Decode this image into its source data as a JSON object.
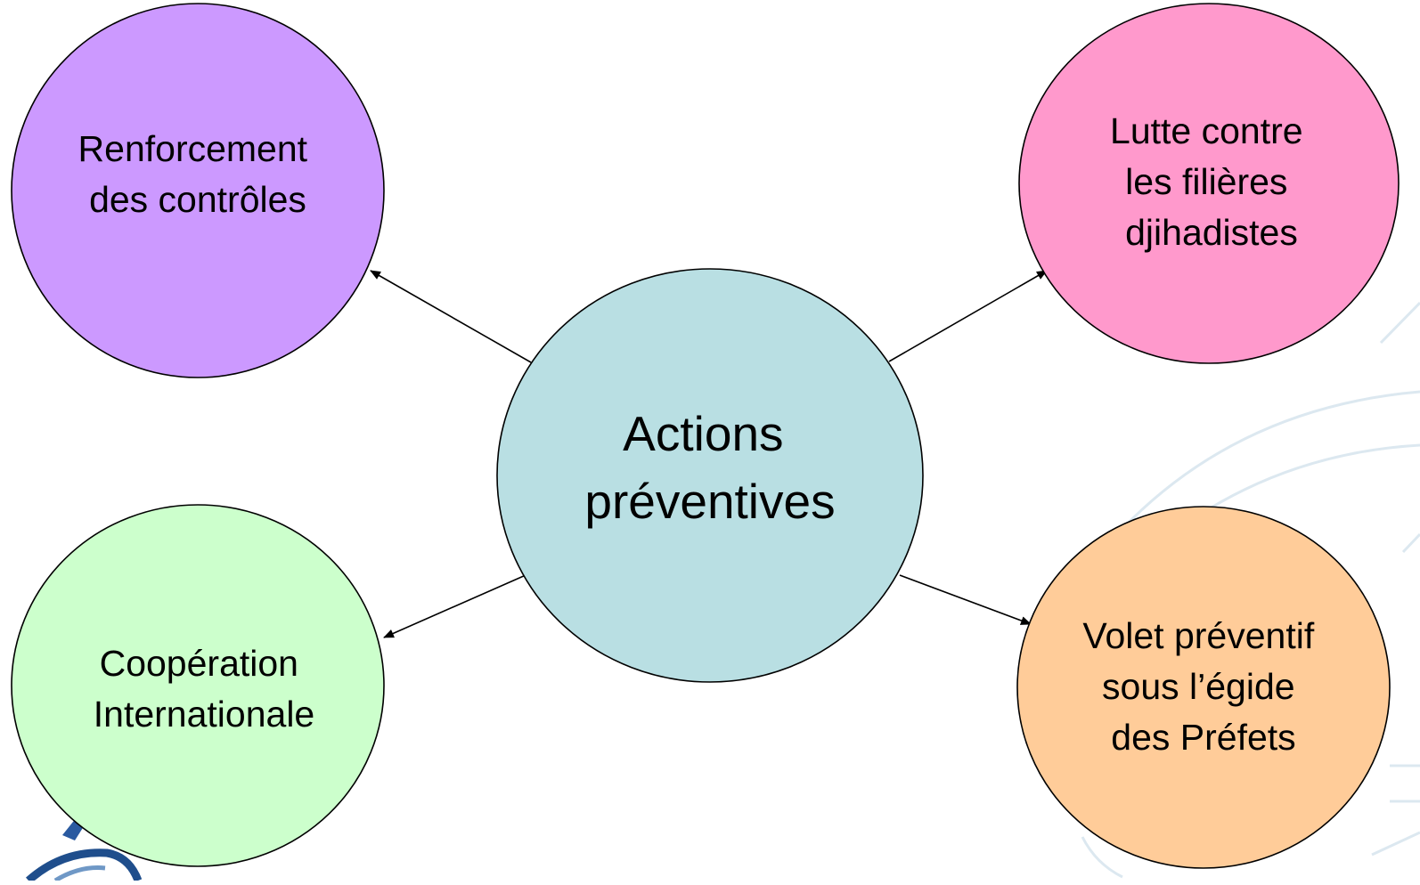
{
  "diagram": {
    "center": {
      "lines": [
        "Actions",
        "préventives"
      ],
      "color": "#b9dfe3"
    },
    "nodes": [
      {
        "id": "renforcement",
        "lines": [
          "Renforcement",
          "des contrôles"
        ],
        "color": "#cc99ff"
      },
      {
        "id": "lutte",
        "lines": [
          "Lutte contre",
          "les filières",
          "djihadistes"
        ],
        "color": "#ff99cc"
      },
      {
        "id": "cooperation",
        "lines": [
          "Coopération",
          "Internationale"
        ],
        "color": "#ccffcc"
      },
      {
        "id": "volet",
        "lines": [
          "Volet préventif",
          "sous l’égide",
          "des Préfets"
        ],
        "color": "#ffcc99"
      }
    ],
    "connector_color": "#000000",
    "outline_color": "#000000",
    "background_decoration_color": "#dce8f0"
  }
}
